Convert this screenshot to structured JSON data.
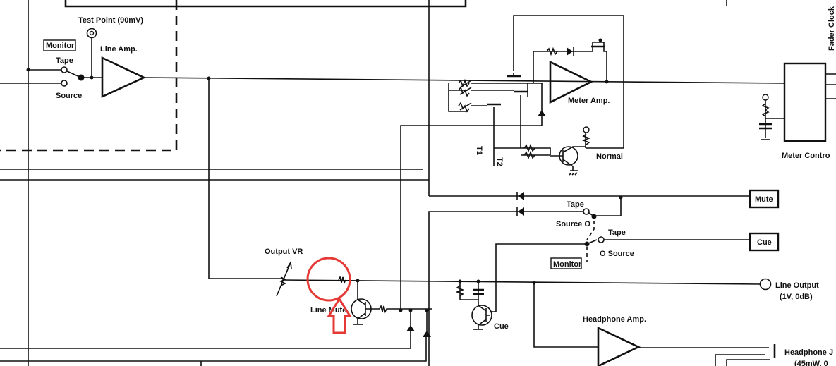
{
  "title": "Monitor / Line output schematic",
  "labels": {
    "test_point": "Test Point (90mV)",
    "monitor_left": "Monitor",
    "tape_left": "Tape",
    "source_left": "Source",
    "line_amp": "Line Amp.",
    "meter_amp": "Meter Amp.",
    "t1": "T1",
    "t2": "T2",
    "normal": "Normal",
    "meter_control": "Meter Contro",
    "fader_clock": "Fader Clock",
    "mute": "Mute",
    "tape_sw1": "Tape",
    "source_sw1": "Source O",
    "tape_sw2": "Tape",
    "source_sw2": "O Source",
    "cue_box": "Cue",
    "monitor_right": "Monitor",
    "output_vr": "Output VR",
    "line_mute": "Line Mute",
    "cue_tr": "Cue",
    "line_output": "Line Output",
    "line_output_level": "(1V, 0dB)",
    "headphone_amp": "Headphone Amp.",
    "headphone_jack": "Headphone J",
    "headphone_level": "(45mW, 0"
  },
  "annotation_color": "#e53935"
}
